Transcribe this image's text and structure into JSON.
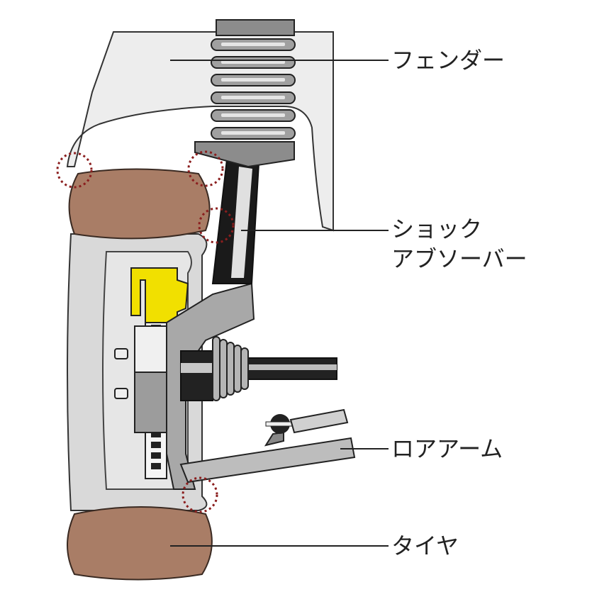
{
  "labels": {
    "fender": "フェンダー",
    "shock_line1": "ショック",
    "shock_line2": "アブソーバー",
    "lower_arm": "ロアアーム",
    "tire": "タイヤ"
  },
  "colors": {
    "tire": "#A97D66",
    "tire_outline": "#3a2a22",
    "fender": "#EDEDED",
    "wheel": "#D9D9D9",
    "metal_dark": "#7A7A7A",
    "metal_mid": "#A8A8A8",
    "metal_light": "#C9C9C9",
    "caliper": "#F1E000",
    "outline": "#222222",
    "circle_marker": "#8B1E1E"
  }
}
